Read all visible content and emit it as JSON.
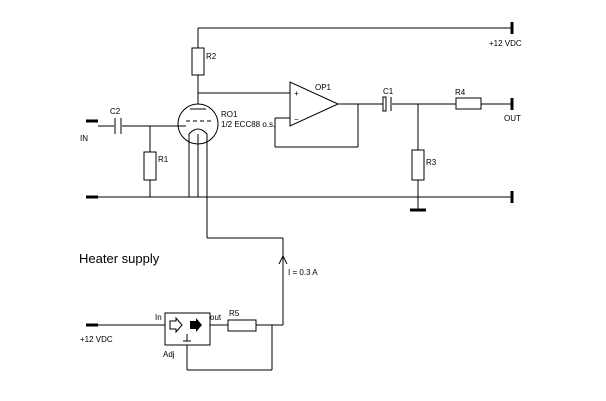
{
  "labels": {
    "supply_top": "+12 VDC",
    "r2": "R2",
    "op1": "OP1",
    "op_plus": "+",
    "op_minus": "−",
    "c1": "C1",
    "r4": "R4",
    "out": "OUT",
    "c2": "C2",
    "ro1": "RO1",
    "ro1_desc": "1/2 ECC88 o.s.",
    "in": "IN",
    "r1": "R1",
    "r3": "R3",
    "heater_title": "Heater supply",
    "current": "I = 0.3 A",
    "reg_in": "In",
    "reg_out": "out",
    "reg_adj": "Adj",
    "r5": "R5",
    "supply_bottom": "+12 VDC"
  }
}
